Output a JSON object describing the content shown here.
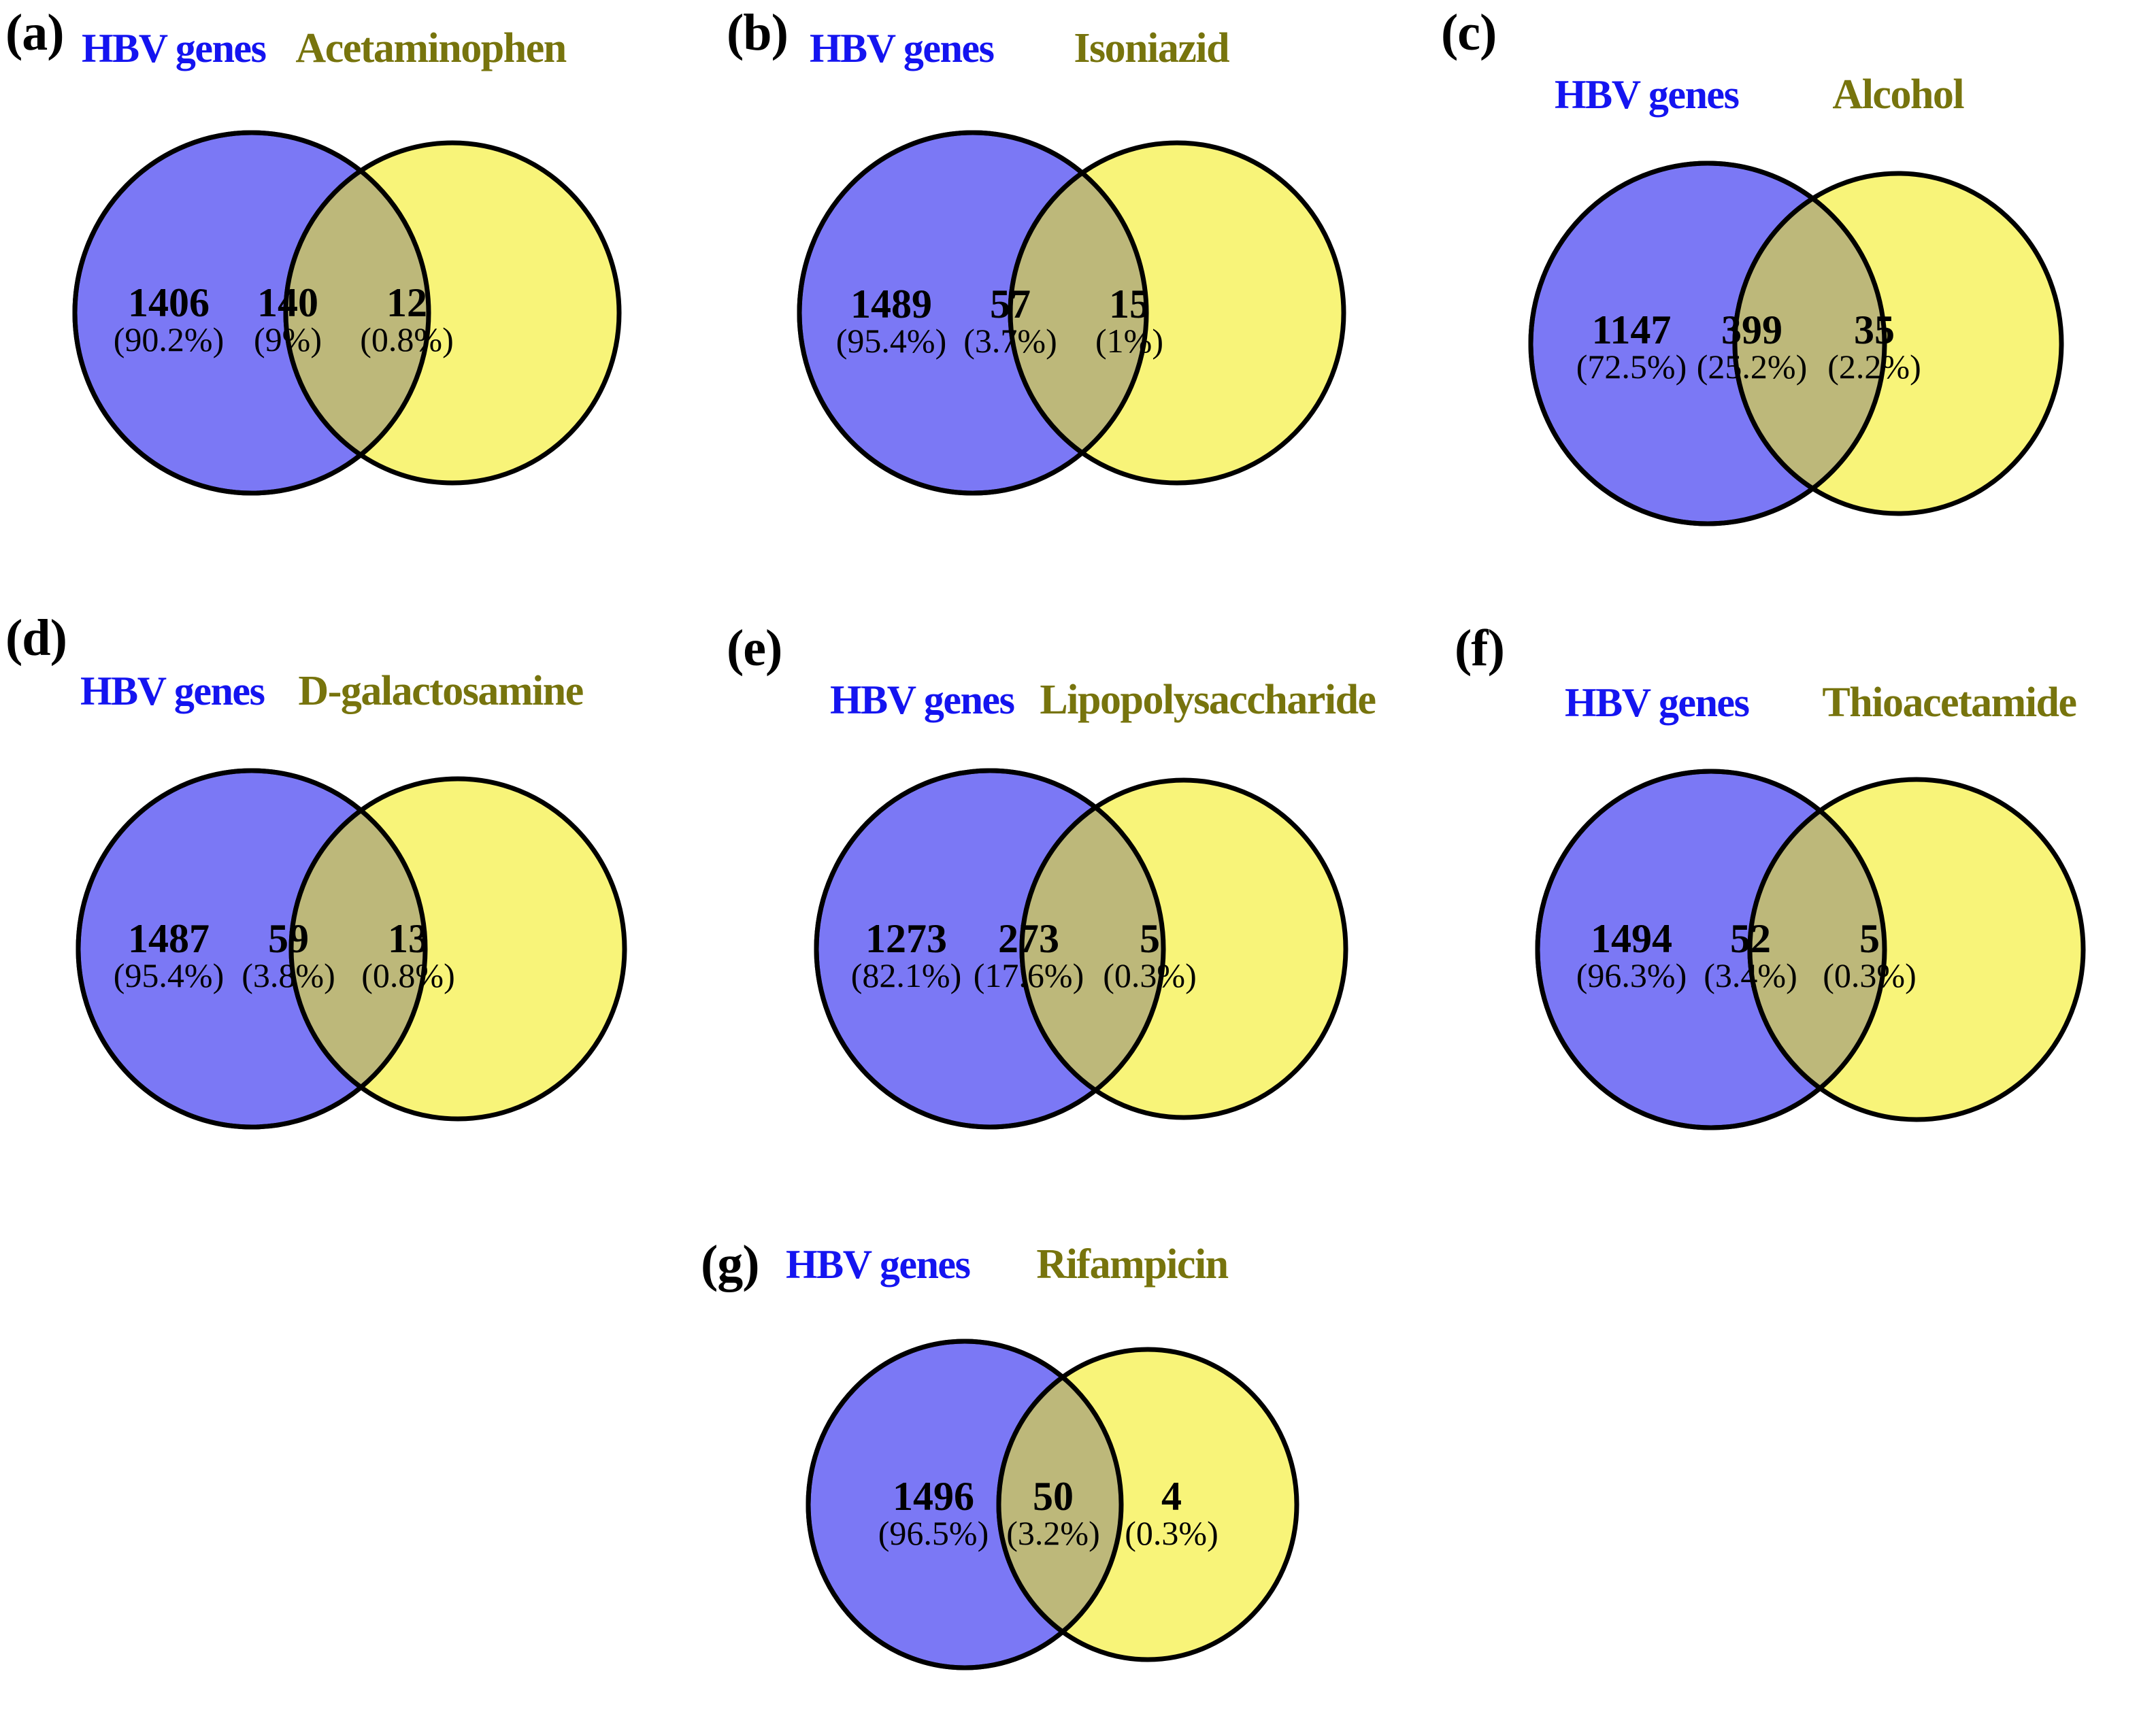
{
  "figure": {
    "kind": "venn-diagram-grid",
    "left_set_label": "HBV genes",
    "colors": {
      "left_circle": "#7b78f5",
      "right_circle": "#f8f479",
      "overlap": "#bdb87a",
      "outline": "#000000",
      "left_title_text": "#1414f0",
      "right_title_text": "#77740d",
      "background": "#ffffff"
    }
  },
  "chart_data": {
    "type": "venn",
    "title": "",
    "shared_left_set": "HBV genes",
    "panels": [
      {
        "letter": "(a)",
        "left_title": "HBV genes",
        "right_title": "Acetaminophen",
        "left_only": {
          "count": "1406",
          "percent": "(90.2%)"
        },
        "overlap": {
          "count": "140",
          "percent": "(9%)"
        },
        "right_only": {
          "count": "12",
          "percent": "(0.8%)"
        }
      },
      {
        "letter": "(b)",
        "left_title": "HBV genes",
        "right_title": "Isoniazid",
        "left_only": {
          "count": "1489",
          "percent": "(95.4%)"
        },
        "overlap": {
          "count": "57",
          "percent": "(3.7%)"
        },
        "right_only": {
          "count": "15",
          "percent": "(1%)"
        }
      },
      {
        "letter": "(c)",
        "left_title": "HBV genes",
        "right_title": "Alcohol",
        "left_only": {
          "count": "1147",
          "percent": "(72.5%)"
        },
        "overlap": {
          "count": "399",
          "percent": "(25.2%)"
        },
        "right_only": {
          "count": "35",
          "percent": "(2.2%)"
        }
      },
      {
        "letter": "(d)",
        "left_title": "HBV genes",
        "right_title": "D-galactosamine",
        "left_only": {
          "count": "1487",
          "percent": "(95.4%)"
        },
        "overlap": {
          "count": "59",
          "percent": "(3.8%)"
        },
        "right_only": {
          "count": "13",
          "percent": "(0.8%)"
        }
      },
      {
        "letter": "(e)",
        "left_title": "HBV genes",
        "right_title": "Lipopolysaccharide",
        "left_only": {
          "count": "1273",
          "percent": "(82.1%)"
        },
        "overlap": {
          "count": "273",
          "percent": "(17.6%)"
        },
        "right_only": {
          "count": "5",
          "percent": "(0.3%)"
        }
      },
      {
        "letter": "(f)",
        "left_title": "HBV genes",
        "right_title": "Thioacetamide",
        "left_only": {
          "count": "1494",
          "percent": "(96.3%)"
        },
        "overlap": {
          "count": "52",
          "percent": "(3.4%)"
        },
        "right_only": {
          "count": "5",
          "percent": "(0.3%)"
        }
      },
      {
        "letter": "(g)",
        "left_title": "HBV genes",
        "right_title": "Rifampicin",
        "left_only": {
          "count": "1496",
          "percent": "(96.5%)"
        },
        "overlap": {
          "count": "50",
          "percent": "(3.2%)"
        },
        "right_only": {
          "count": "4",
          "percent": "(0.3%)"
        }
      }
    ]
  }
}
